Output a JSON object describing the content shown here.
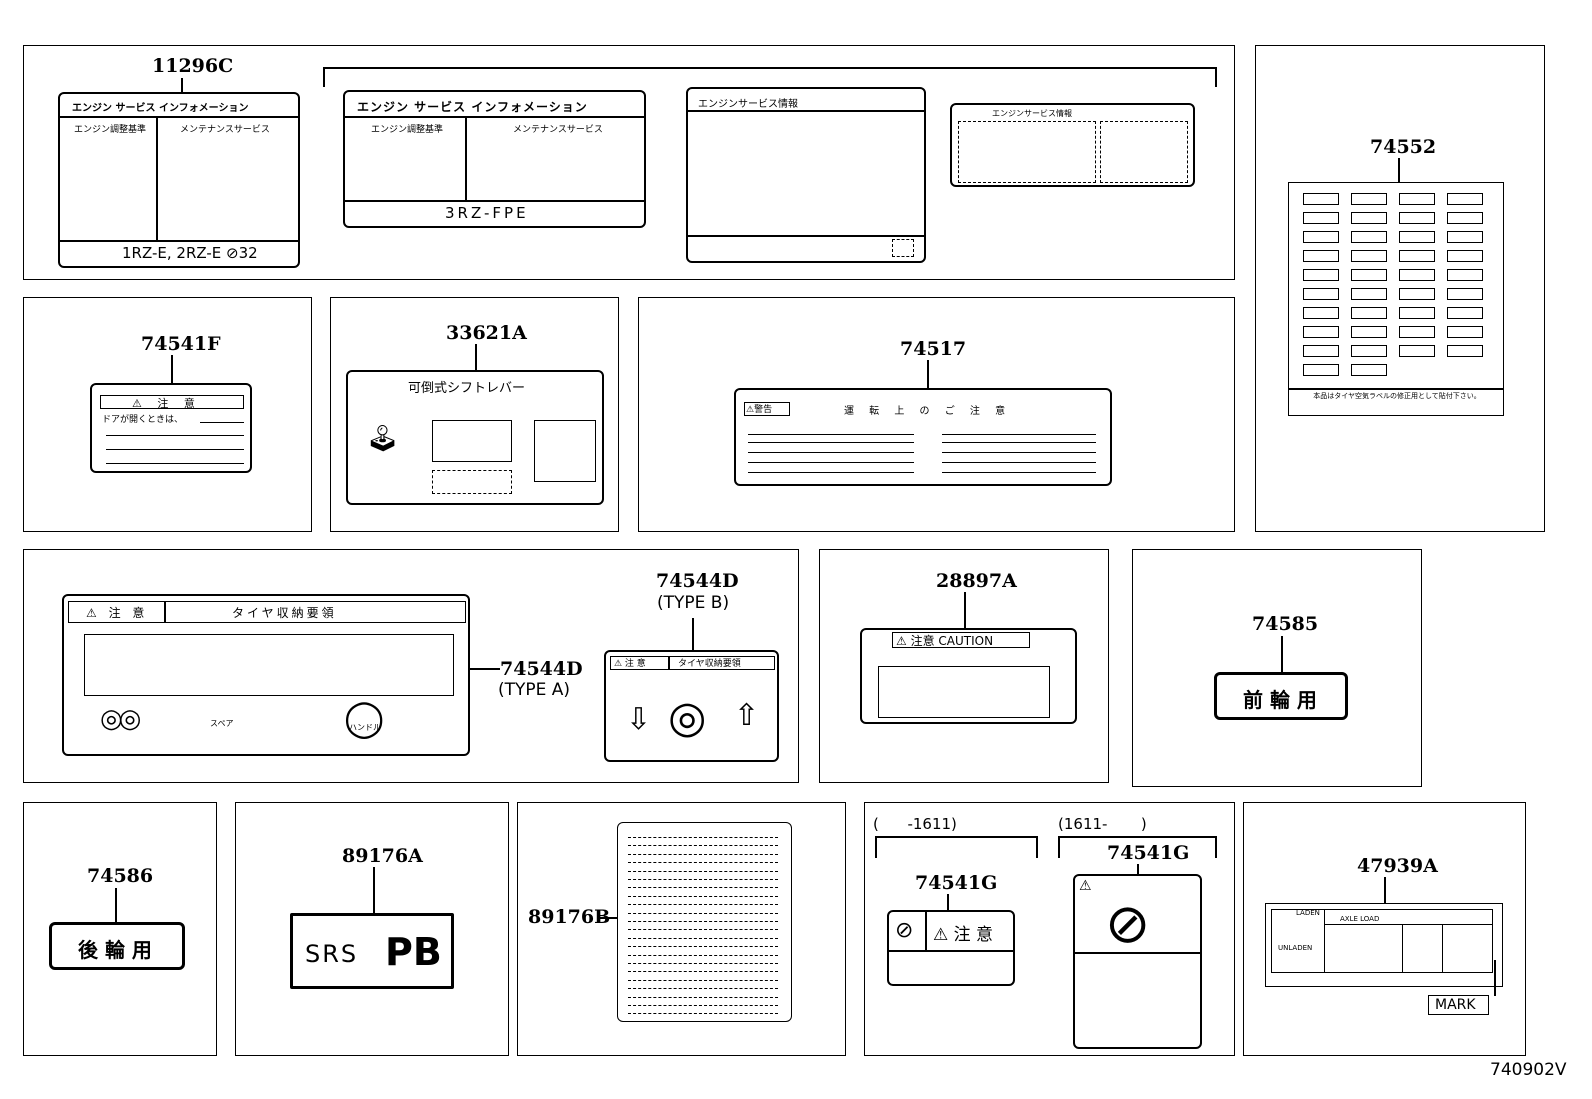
{
  "parts": {
    "p11296C": "11296C",
    "p74552": "74552",
    "p74541F": "74541F",
    "p33621A": "33621A",
    "p74517": "74517",
    "p74544D_b": "74544D",
    "p74544D_a": "74544D",
    "p28897A": "28897A",
    "p74585": "74585",
    "p74586": "74586",
    "p89176A": "89176A",
    "p89176B": "89176B",
    "p74541G_1": "74541G",
    "p74541G_2": "74541G",
    "p47939A": "47939A"
  },
  "variants": {
    "type_b": "(TYPE B)",
    "type_a": "(TYPE A)",
    "range_old": "(      -1611)",
    "range_new": "(1611-       )"
  },
  "label_text": {
    "engine_service_info": "エンジン サービス インフォメーション",
    "engine_adjust_std": "エンジン調整基準",
    "maintenance_service": "メンテナンスサービス",
    "engine_1rz": "1RZ-E, 2RZ-E  ⊘32",
    "engine_3rz": "3RZ-FPE",
    "engine_service_info_short": "エンジンサービス情報",
    "caution_jp": "⚠ 注  意",
    "door_open": "ドアが開くときは、",
    "shift_lever": "可倒式シフトレバー",
    "warning_jp": "⚠警告",
    "driving_caution": "運 転 上 の ご 注 意",
    "tire_storage": "タイヤ収納要領",
    "caution_short": "⚠ 注 意",
    "spare": "スペア",
    "handle": "ハンドル",
    "caution_caution": "⚠ 注意 CAUTION",
    "front_wheel": "前 輪 用",
    "rear_wheel": "後 輪 用",
    "srs": "SRS",
    "pb": "PB",
    "caution_g": "⚠ 注 意",
    "laden": "LADEN",
    "unladen": "UNLADEN",
    "axle_load": "AXLE LOAD",
    "mark": "MARK",
    "tire_note": "本品はタイヤ空気ラベルの修正用として貼付下さい。"
  },
  "figure_id": "740902V"
}
